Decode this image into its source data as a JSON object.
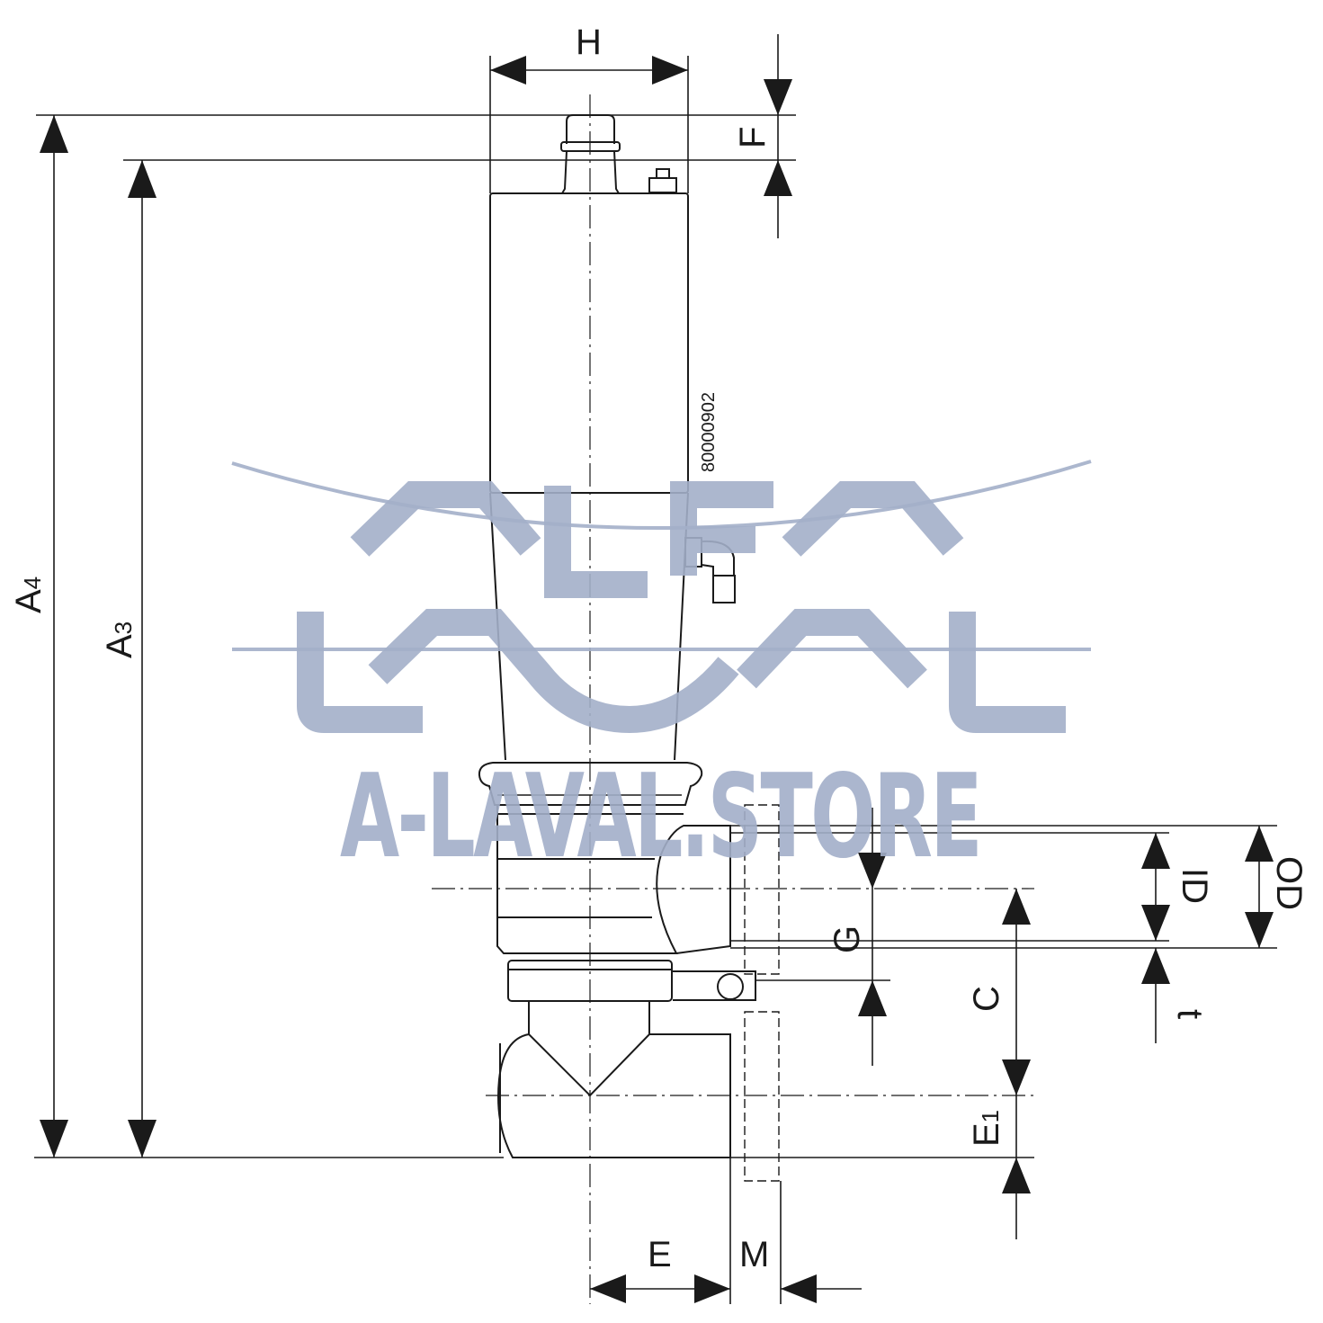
{
  "drawing": {
    "part_number": "80000902",
    "dimensions": {
      "H": "H",
      "F": "F",
      "A4": "A",
      "A4_sub": "4",
      "A3": "A",
      "A3_sub": "3",
      "ID": "ID",
      "OD": "OD",
      "G": "G",
      "C": "C",
      "t": "t",
      "E1": "E",
      "E1_sub": "1",
      "E": "E",
      "M": "M"
    }
  },
  "watermark": {
    "logo": "Alfa Laval",
    "text": "A-LAVAL.STORE",
    "color": "#a3afc9"
  }
}
